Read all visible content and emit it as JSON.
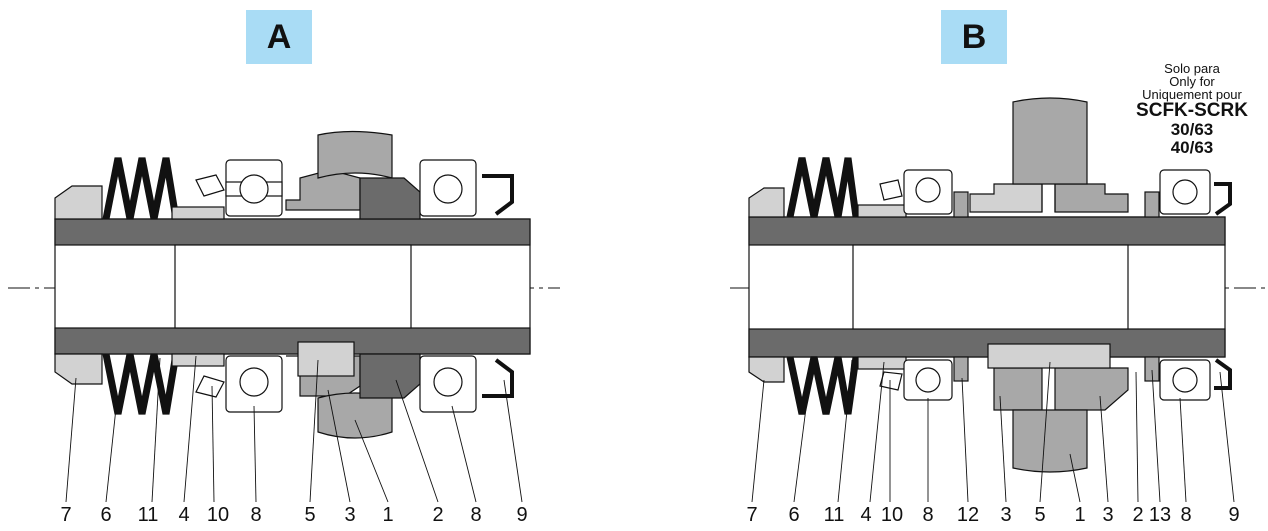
{
  "panels": [
    {
      "id": "A",
      "label": "A",
      "callouts": [
        "7",
        "6",
        "11",
        "4",
        "10",
        "8",
        "5",
        "3",
        "1",
        "2",
        "8",
        "9"
      ]
    },
    {
      "id": "B",
      "label": "B",
      "callouts": [
        "7",
        "6",
        "11",
        "4",
        "10",
        "8",
        "12",
        "3",
        "5",
        "1",
        "3",
        "2",
        "13",
        "8",
        "9"
      ]
    }
  ],
  "note": {
    "lines": [
      "Solo para",
      "Only for",
      "Uniquement pour"
    ],
    "model": "SCFK-SCRK",
    "sizes": [
      "30/63",
      "40/63"
    ]
  },
  "colors": {
    "shaft": "#6b6b6b",
    "gear": "#a8a8a8",
    "light": "#d2d2d2",
    "line": "#111111",
    "label_bg": "#a9dcf5"
  }
}
